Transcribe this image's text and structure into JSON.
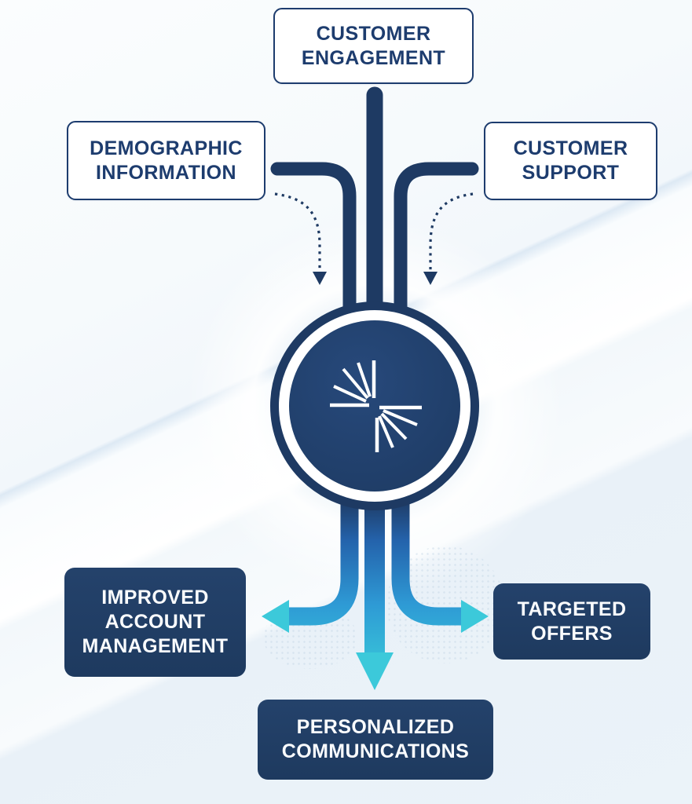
{
  "diagram": {
    "title": "customer-data-flow",
    "inputs": [
      {
        "id": "customer-engagement",
        "label": "CUSTOMER\nENGAGEMENT"
      },
      {
        "id": "demographic-information",
        "label": "DEMOGRAPHIC\nINFORMATION"
      },
      {
        "id": "customer-support",
        "label": "CUSTOMER\nSUPPORT"
      }
    ],
    "hub": {
      "icon": "confluent-starburst-icon"
    },
    "outputs": [
      {
        "id": "improved-account-management",
        "label": "IMPROVED\nACCOUNT\nMANAGEMENT"
      },
      {
        "id": "personalized-communications",
        "label": "PERSONALIZED\nCOMMUNICATIONS"
      },
      {
        "id": "targeted-offers",
        "label": "TARGETED\nOFFERS"
      }
    ],
    "colors": {
      "navy": "#1e3a63",
      "navy_text": "#1d3c6e",
      "box_fill": "#1f3c63",
      "flow_blue": "#2e9ad5",
      "flow_teal": "#3cc9da",
      "background": "#f3f8fb",
      "white": "#ffffff"
    }
  }
}
